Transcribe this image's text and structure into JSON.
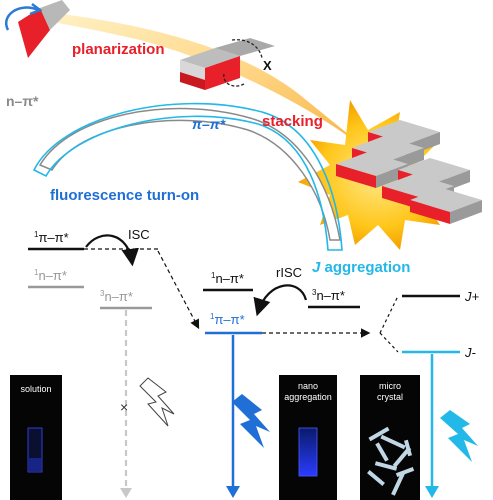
{
  "labels": {
    "planarization": "planarization",
    "stacking": "stacking",
    "n_pi": "n–π*",
    "pi_pi": "π–π*",
    "fluorescence_turn_on": "fluorescence turn-on",
    "j_aggregation_letter": "J",
    "j_aggregation_word": " aggregation",
    "cross_mark": "X",
    "isc": "ISC",
    "risc": "rISC",
    "j_plus": "J+",
    "j_minus": "J-"
  },
  "levels": {
    "left_1pipi_sup": "1",
    "left_1pipi": "π–π*",
    "left_1npi_sup": "1",
    "left_1npi": "n–π*",
    "left_3npi_sup": "3",
    "left_3npi": "n–π*",
    "mid_1npi_sup": "1",
    "mid_1npi": "n–π*",
    "mid_3npi_sup": "3",
    "mid_3npi": "n–π*",
    "mid_1pipi_sup": "1",
    "mid_1pipi": "π–π*"
  },
  "photos": {
    "solution": "solution",
    "nano_line1": "nano",
    "nano_line2": "aggregation",
    "micro_line1": "micro",
    "micro_line2": "crystal"
  },
  "colors": {
    "planarization_red": "#e8202a",
    "pi_blue": "#1f6fd6",
    "j_cyan": "#22b8e8",
    "level_black": "#111111",
    "level_gray": "#999999",
    "arrow_gray": "#c8c8c8"
  }
}
